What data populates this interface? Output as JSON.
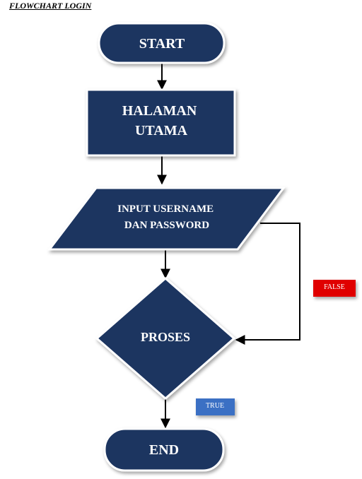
{
  "title": "FLOWCHART LOGIN",
  "nodes": {
    "start": {
      "label": "START"
    },
    "main_page": {
      "lines": [
        "HALAMAN",
        "UTAMA"
      ]
    },
    "input": {
      "lines": [
        "INPUT USERNAME",
        "DAN PASSWORD"
      ]
    },
    "process": {
      "label": "PROSES"
    },
    "end": {
      "label": "END"
    }
  },
  "badges": {
    "false_label": "FALSE",
    "true_label": "TRUE"
  },
  "colors": {
    "shape_fill": "#1e3461",
    "false_badge": "#e00000",
    "true_badge": "#3b6fc4"
  }
}
